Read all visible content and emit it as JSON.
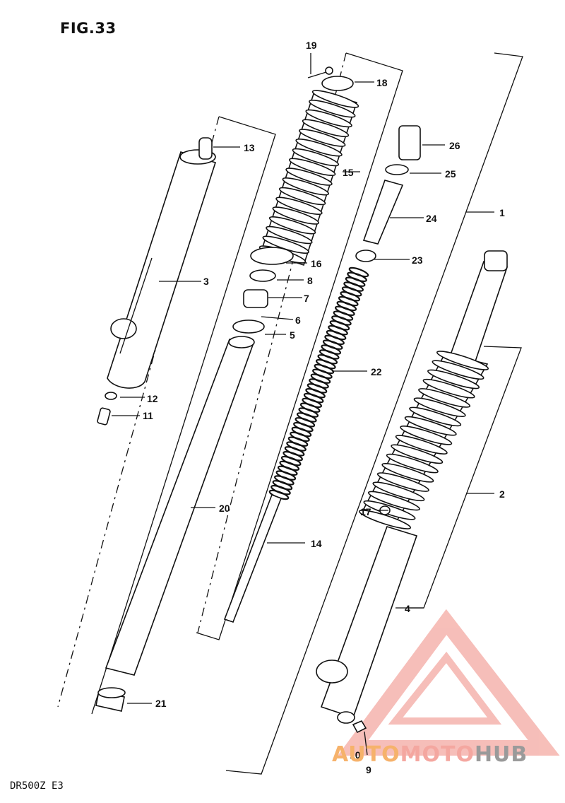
{
  "figure": {
    "title": "FIG.33",
    "model": "DR500Z  E3"
  },
  "watermark": {
    "part1": "AUTO",
    "part2": "MOTO",
    "part3": "HUB",
    "logo_color": "#f08a80"
  },
  "callouts": [
    "1",
    "2",
    "3",
    "4",
    "5",
    "6",
    "7",
    "8",
    "9",
    "10",
    "11",
    "12",
    "13",
    "14",
    "15",
    "16",
    "17",
    "18",
    "19",
    "20",
    "21",
    "22",
    "23",
    "24",
    "25",
    "26"
  ]
}
